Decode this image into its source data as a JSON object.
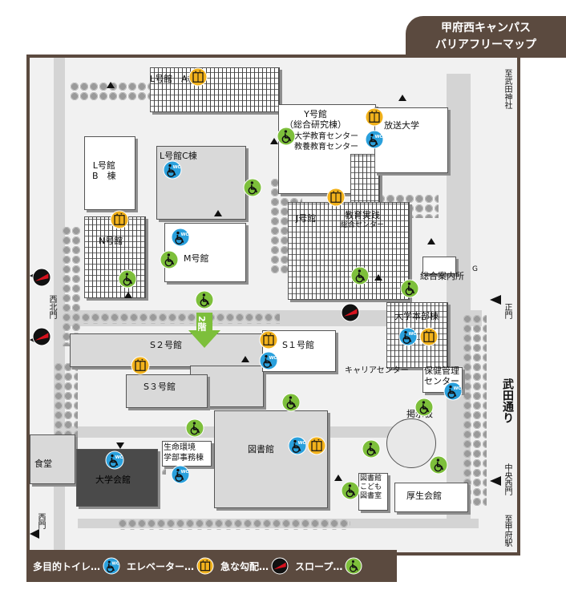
{
  "title": {
    "line1": "甲府西キャンパス",
    "line2": "バリアフリーマップ"
  },
  "legend": {
    "toilet": "多目的トイレ…",
    "elevator": "エレベーター…",
    "steep": "急な勾配…",
    "slope": "スロープ…"
  },
  "icons": {
    "toilet": {
      "name": "wheelchair-wc-icon",
      "color": "#2aa0dc"
    },
    "elevator": {
      "name": "elevator-icon",
      "color": "#f2b21c"
    },
    "steep": {
      "name": "steep-slope-icon",
      "color": "#d7121e"
    },
    "slope": {
      "name": "slope-wheelchair-icon",
      "color": "#7dbf3b"
    }
  },
  "colors": {
    "frame": "#5b4a3f",
    "map_bg": "#f1f1f1",
    "road": "#d4d4d4"
  },
  "buildings": {
    "l_a": "L号館　A棟",
    "y_1": "Y号館",
    "y_2": "（総合研究棟）",
    "y_center1": "大学教育センター",
    "y_center2": "教養教育センター",
    "hoso": "放送大学",
    "l_b1": "L号館",
    "l_b2": "B　棟",
    "l_c": "L号館C棟",
    "j": "J号館",
    "jissen1": "教育実践",
    "jissen2": "総合センター",
    "n": "N号館",
    "m": "M号館",
    "annai": "総合案内所",
    "g": "G",
    "s2": "S２号館",
    "s1": "S１号館",
    "honbu": "大学本部棟",
    "career": "キャリアセンター",
    "hoken1": "保健管理",
    "hoken2": "センター",
    "s3": "S３号館",
    "keiji": "掲示板",
    "shokudo": "食堂",
    "kaikan": "大学会館",
    "seimei1": "生命環境",
    "seimei2": "学部事務棟",
    "tosho": "図書館",
    "kodomo1": "図書館",
    "kodomo2": "こども",
    "kodomo3": "図書室",
    "kosei": "厚生会館",
    "floor2": "2階"
  },
  "sides": {
    "takeda_shrine": "至武田神社",
    "seihoku": "西北門",
    "seimon": "正門",
    "takeda_dori": "武田通り",
    "chuo_nishi": "中央西門",
    "nishimon": "西門",
    "kofu_station": "至甲府駅"
  }
}
